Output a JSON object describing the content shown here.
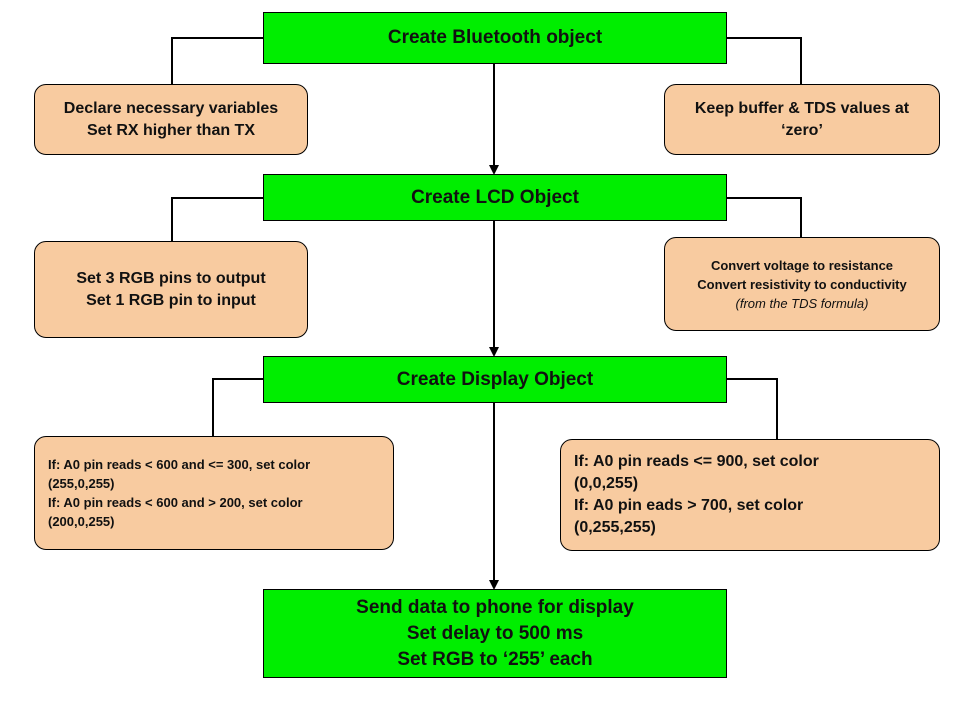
{
  "nodes": {
    "bluetooth": {
      "lines": [
        "Create Bluetooth object"
      ]
    },
    "lcd": {
      "lines": [
        "Create LCD Object"
      ]
    },
    "display": {
      "lines": [
        "Create Display Object"
      ]
    },
    "send": {
      "lines": [
        "Send data to phone for display",
        "Set delay to 500 ms",
        "Set RGB to ‘255’ each"
      ]
    },
    "declare": {
      "lines": [
        "Declare necessary variables",
        "Set RX higher than TX"
      ]
    },
    "buffer": {
      "lines": [
        "Keep buffer & TDS values at",
        "‘zero’"
      ]
    },
    "rgb_pins": {
      "lines": [
        "Set 3 RGB pins to output",
        "Set 1 RGB pin to input"
      ]
    },
    "convert": {
      "lines": [
        "Convert voltage to resistance",
        "Convert resistivity to conductivity"
      ],
      "note": "(from the TDS formula)"
    },
    "if_left": {
      "lines": [
        "If: A0 pin reads < 600 and <= 300, set color",
        "(255,0,255)",
        "If: A0 pin reads < 600 and > 200, set color",
        "(200,0,255)"
      ]
    },
    "if_right": {
      "lines": [
        "If: A0 pin reads <= 900, set color",
        "(0,0,255)",
        "If: A0 pin eads > 700, set color",
        "(0,255,255)"
      ]
    }
  },
  "colors": {
    "process_fill": "#00ee00",
    "detail_fill": "#f8cba0",
    "line": "#000000"
  }
}
